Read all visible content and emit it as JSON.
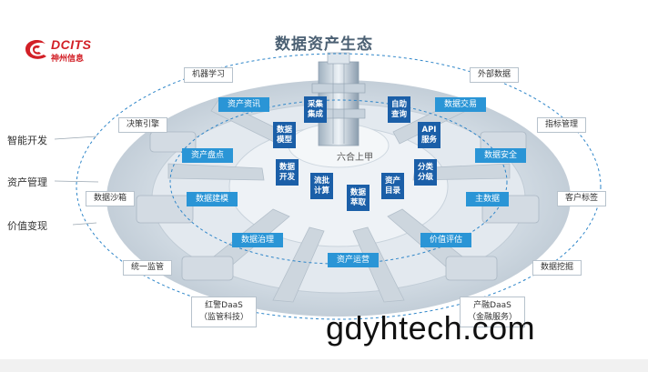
{
  "title": "数据资产生态",
  "logo": {
    "name": "DCITS",
    "subtitle": "神州信息",
    "color": "#d21f26"
  },
  "side_labels": [
    "智能开发",
    "资产管理",
    "价值变现"
  ],
  "outer_left": [
    "机器学习",
    "决策引擎",
    "数据沙箱",
    "统一监管"
  ],
  "outer_left_bottom": {
    "line1": "红警DaaS",
    "line2": "（监管科技）"
  },
  "outer_right": [
    "外部数据",
    "指标管理",
    "客户标签",
    "数据挖掘"
  ],
  "outer_right_bottom": {
    "line1": "产融DaaS",
    "line2": "（金融服务）"
  },
  "ring_left": [
    "资产资讯",
    "资产盘点",
    "数据建模",
    "数据治理"
  ],
  "ring_right": [
    "数据交易",
    "数据安全",
    "主数据",
    "价值评估"
  ],
  "ring_bottom": "资产运营",
  "tiles": {
    "caiji": [
      "采集",
      "集成"
    ],
    "zizhu": [
      "自助",
      "查询"
    ],
    "moxing": [
      "数据",
      "模型"
    ],
    "api": [
      "API",
      "服务"
    ],
    "kaifa": [
      "数据",
      "开发"
    ],
    "liupi": [
      "流批",
      "计算"
    ],
    "cuiqu": [
      "数据",
      "萃取"
    ],
    "mulu": [
      "资产",
      "目录"
    ],
    "fenlei": [
      "分类",
      "分级"
    ]
  },
  "center_label": "六合上甲",
  "watermark": "gdyhtech.com",
  "colors": {
    "accent_blue": "#2a95d6",
    "tile_navy": "#1b5fa8",
    "ring_dash": "#2f86c9"
  }
}
